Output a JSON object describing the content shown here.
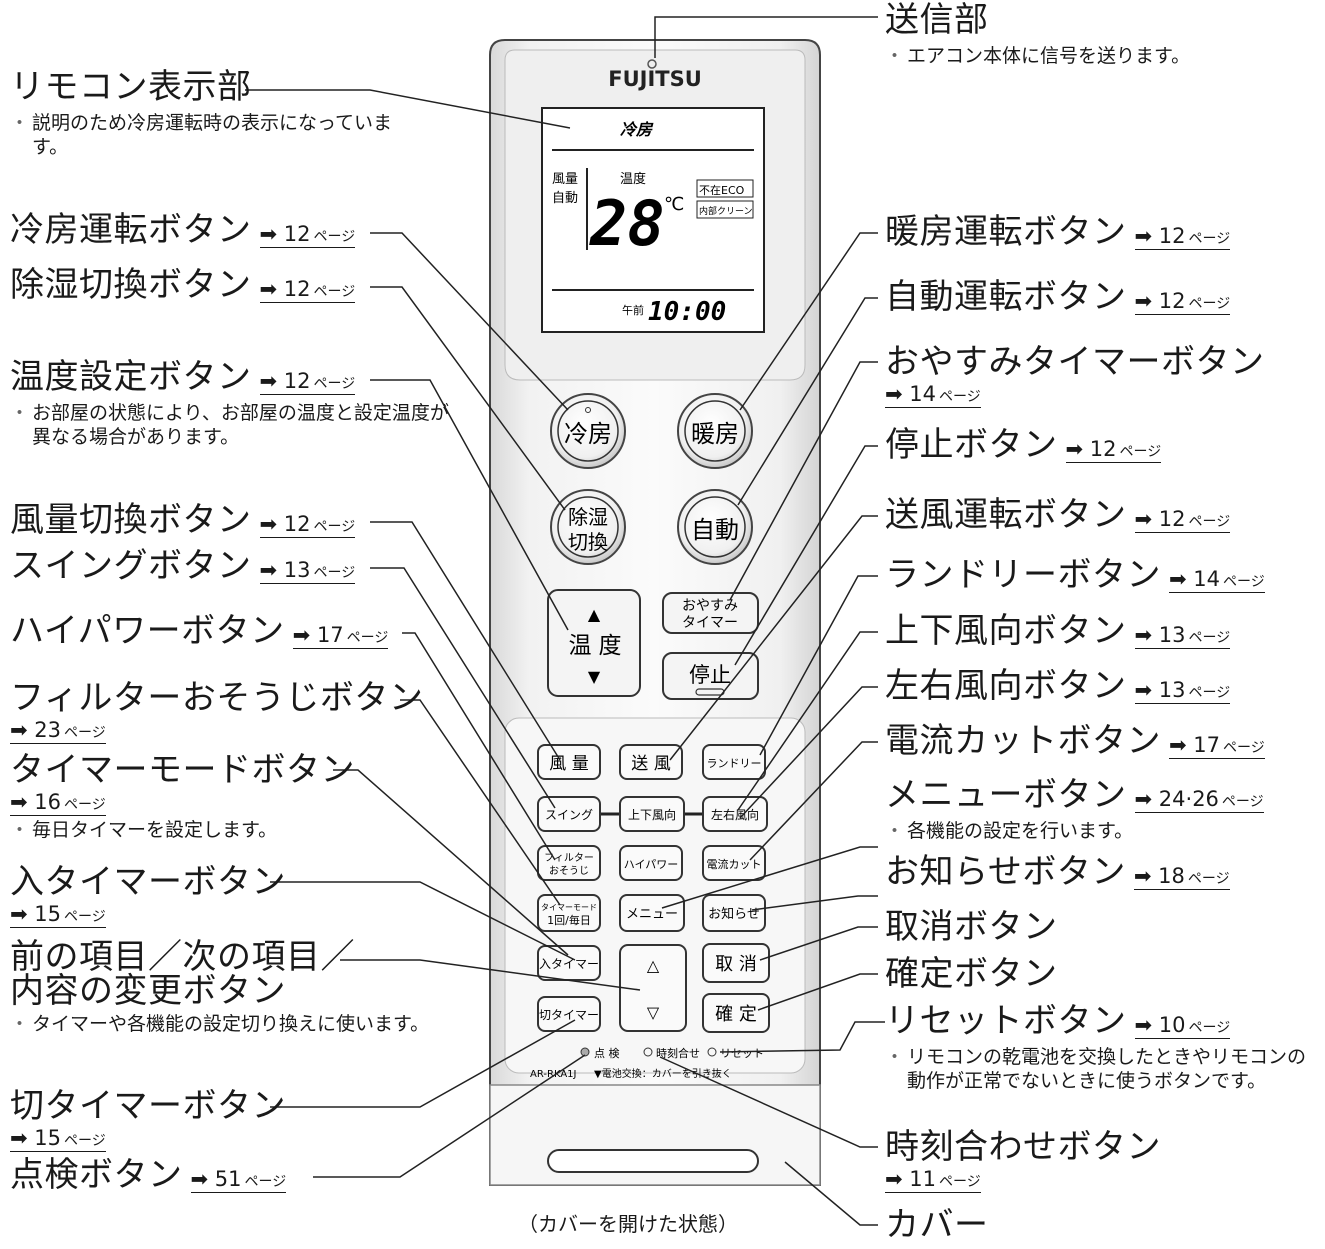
{
  "remote": {
    "brand": "FUJITSU",
    "lcd": {
      "mode": "冷房",
      "fan_label_1": "風量",
      "fan_label_2": "自動",
      "temp_label": "温度",
      "temperature": "28",
      "unit": "℃",
      "badge_1": "不在ECO",
      "badge_2": "内部クリーン",
      "ampm": "午前",
      "time": "10:00"
    },
    "buttons": {
      "cool": "冷房",
      "heat": "暖房",
      "dry_1": "除湿",
      "dry_2": "切換",
      "auto": "自動",
      "sleep_1": "おやすみ",
      "sleep_2": "タイマー",
      "temp_up": "▲",
      "temp_1": "温",
      "temp_2": "度",
      "temp_down": "▼",
      "stop": "停止",
      "fan": "風 量",
      "fan_mode": "送 風",
      "laundry": "ランドリー",
      "swing": "スイング",
      "vertical": "上下風向",
      "horizontal": "左右風向",
      "filter_1": "フィルター",
      "filter_2": "おそうじ",
      "high_power": "ハイパワー",
      "current_cut": "電流カット",
      "timer_mode_1": "タイマーモード",
      "timer_mode_2": "1回/毎日",
      "menu": "メニュー",
      "notice": "お知らせ",
      "on_timer": "入タイマー",
      "up": "△",
      "cancel": "取 消",
      "off_timer": "切タイマー",
      "down": "▽",
      "confirm": "確 定",
      "check": "点 検",
      "clock": "時刻合せ",
      "reset": "リセット",
      "model": "AR-RKA1J",
      "battery": "▼電池交換：カバーを引き抜く"
    }
  },
  "labels": {
    "transmitter": {
      "title": "送信部",
      "note": "エアコン本体に信号を送ります。"
    },
    "display": {
      "title": "リモコン表示部",
      "note": "説明のため冷房運転時の表示になっています。"
    },
    "cool": {
      "title": "冷房運転ボタン",
      "page": "12"
    },
    "dry": {
      "title": "除湿切換ボタン",
      "page": "12"
    },
    "temp": {
      "title": "温度設定ボタン",
      "page": "12",
      "note": "お部屋の状態により、お部屋の温度と設定温度が異なる場合があります。"
    },
    "fan": {
      "title": "風量切換ボタン",
      "page": "12"
    },
    "swing": {
      "title": "スイングボタン",
      "page": "13"
    },
    "high_power": {
      "title": "ハイパワーボタン",
      "page": "17"
    },
    "filter": {
      "title": "フィルターおそうじボタン",
      "page": "23"
    },
    "timer_mode": {
      "title": "タイマーモードボタン",
      "page": "16",
      "note": "毎日タイマーを設定します。"
    },
    "on_timer": {
      "title": "入タイマーボタン",
      "page": "15"
    },
    "prev_next": {
      "title_1": "前の項目／次の項目／",
      "title_2": "内容の変更ボタン",
      "note": "タイマーや各機能の設定切り換えに使います。"
    },
    "off_timer": {
      "title": "切タイマーボタン",
      "page": "15"
    },
    "check": {
      "title": "点検ボタン",
      "page": "51"
    },
    "heat": {
      "title": "暖房運転ボタン",
      "page": "12"
    },
    "auto": {
      "title": "自動運転ボタン",
      "page": "12"
    },
    "sleep": {
      "title": "おやすみタイマーボタン",
      "page": "14"
    },
    "stop": {
      "title": "停止ボタン",
      "page": "12"
    },
    "fan_mode": {
      "title": "送風運転ボタン",
      "page": "12"
    },
    "laundry": {
      "title": "ランドリーボタン",
      "page": "14"
    },
    "vertical": {
      "title": "上下風向ボタン",
      "page": "13"
    },
    "horizontal": {
      "title": "左右風向ボタン",
      "page": "13"
    },
    "current_cut": {
      "title": "電流カットボタン",
      "page": "17"
    },
    "menu": {
      "title": "メニューボタン",
      "page": "24·26",
      "note": "各機能の設定を行います。"
    },
    "notice": {
      "title": "お知らせボタン",
      "page": "18"
    },
    "cancel": {
      "title": "取消ボタン"
    },
    "confirm": {
      "title": "確定ボタン"
    },
    "reset": {
      "title": "リセットボタン",
      "page": "10",
      "note": "リモコンの乾電池を交換したときやリモコンの動作が正常でないときに使うボタンです。"
    },
    "clock": {
      "title": "時刻合わせボタン",
      "page": "11"
    },
    "cover": {
      "title": "カバー"
    }
  },
  "ref": {
    "arrow": "➡",
    "page_suffix": "ページ"
  },
  "caption": "（カバーを開けた状態）"
}
